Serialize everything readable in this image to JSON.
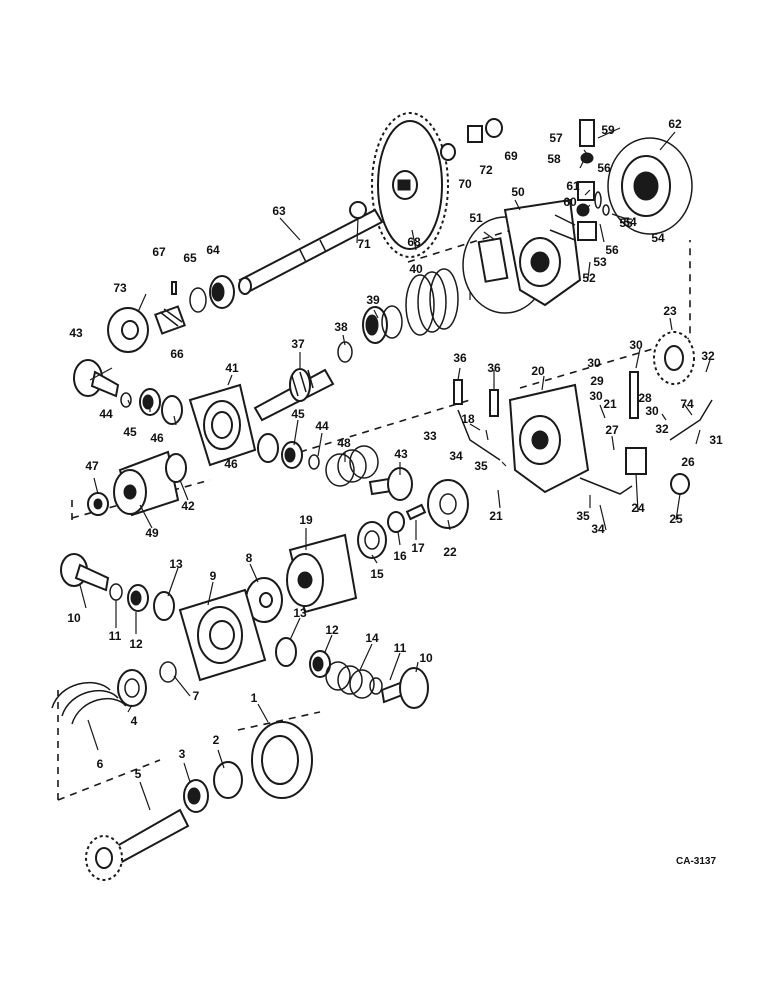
{
  "figure_code": "CA-3137",
  "callouts": [
    "1",
    "2",
    "3",
    "4",
    "5",
    "6",
    "7",
    "8",
    "9",
    "10",
    "11",
    "12",
    "13",
    "14",
    "15",
    "16",
    "17",
    "18",
    "19",
    "20",
    "21",
    "22",
    "23",
    "24",
    "25",
    "26",
    "27",
    "28",
    "29",
    "30",
    "31",
    "32",
    "33",
    "34",
    "35",
    "36",
    "37",
    "38",
    "39",
    "40",
    "41",
    "42",
    "43",
    "44",
    "45",
    "46",
    "47",
    "48",
    "49",
    "50",
    "51",
    "52",
    "53",
    "54",
    "55",
    "56",
    "57",
    "58",
    "59",
    "60",
    "61",
    "62",
    "63",
    "64",
    "65",
    "66",
    "67",
    "68",
    "69",
    "70",
    "71",
    "72",
    "73",
    "74"
  ]
}
